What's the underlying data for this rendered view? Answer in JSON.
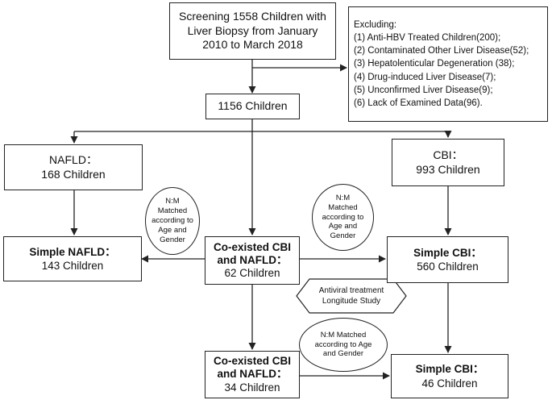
{
  "screening": {
    "lines": [
      "Screening 1558 Children with",
      "Liver Biopsy from January",
      "2010 to March 2018"
    ]
  },
  "excluding": {
    "title": "Excluding:",
    "items": [
      "(1) Anti-HBV Treated Children(200);",
      "(2) Contaminated Other Liver Disease(52);",
      "(3) Hepatolenticular Degeneration (38);",
      "(4) Drug-induced Liver Disease(7);",
      "(5) Unconfirmed Liver Disease(9);",
      "(6) Lack of Examined Data(96)."
    ]
  },
  "total": {
    "label": "1156 Children"
  },
  "nafld": {
    "title": "NAFLD：",
    "count": "168 Children"
  },
  "cbi": {
    "title": "CBI：",
    "count": "993 Children"
  },
  "simple_nafld": {
    "title": "Simple NAFLD：",
    "count": "143 Children"
  },
  "coexisted_1": {
    "title_1": "Co-existed CBI",
    "title_2": "and NAFLD：",
    "count": "62 Children"
  },
  "simple_cbi_1": {
    "title": "Simple CBI：",
    "count": "560 Children"
  },
  "coexisted_2": {
    "title_1": "Co-existed CBI",
    "title_2": "and NAFLD：",
    "count": "34 Children"
  },
  "simple_cbi_2": {
    "title": "Simple CBI：",
    "count": "46 Children"
  },
  "match_left": {
    "lines": [
      "N:M",
      "Matched",
      "according to",
      "Age and",
      "Gender"
    ]
  },
  "match_right": {
    "lines": [
      "N:M",
      "Matched",
      "according to",
      "Age and",
      "Gender"
    ]
  },
  "match_bottom": {
    "lines": [
      "N:M Matched",
      "according to Age",
      "and Gender"
    ]
  },
  "antiviral": {
    "lines": [
      "Antiviral treatment",
      "Longitude Study"
    ]
  }
}
